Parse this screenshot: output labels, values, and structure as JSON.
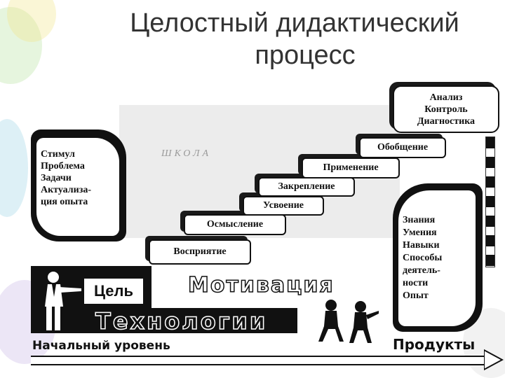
{
  "slide": {
    "title_line1": "Целостный дидактический",
    "title_line2": "процесс"
  },
  "left_block": {
    "lines": [
      "Стимул",
      "Проблема",
      "Задачи",
      "Актуализа-",
      "ция опыта"
    ]
  },
  "steps": [
    "Восприятие",
    "Осмысление",
    "Усвоение",
    "Закрепление",
    "Применение",
    "Обобщение"
  ],
  "top_block": {
    "lines": [
      "Анализ",
      "Контроль",
      "Диагностика"
    ]
  },
  "right_block": {
    "lines": [
      "Знания",
      "Умения",
      "Навыки",
      "Способы",
      "деятель-",
      "ности",
      "Опыт"
    ]
  },
  "goal_label": "Цель",
  "motivation_label": "Мотивация",
  "technology_label": "Технологии",
  "start_label": "Начальный уровень",
  "products_label": "Продукты",
  "watermark": "ШКОЛА"
}
